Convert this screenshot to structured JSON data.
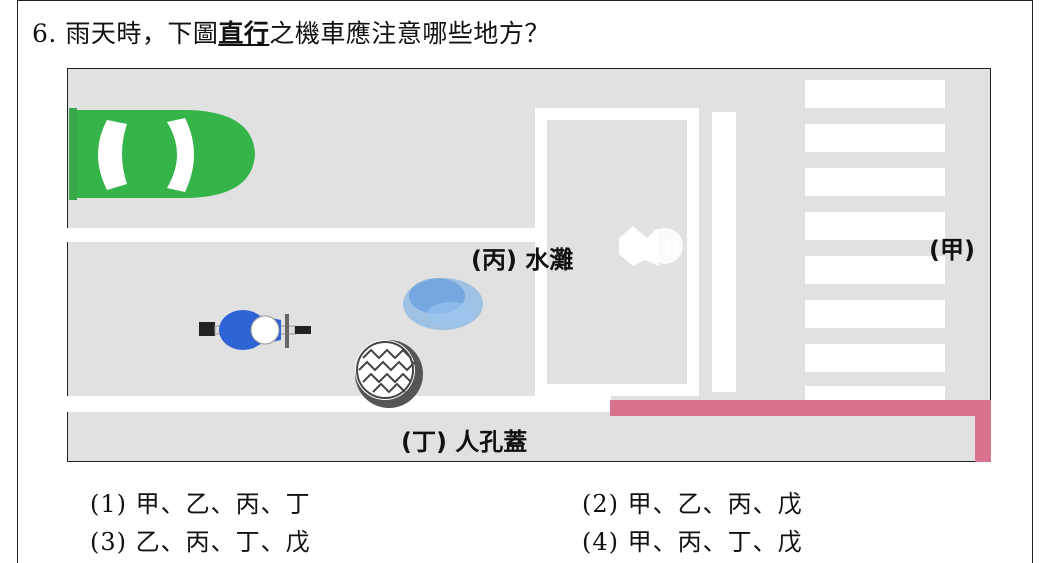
{
  "question": {
    "number": "6.",
    "text_before": "雨天時，下圖",
    "emphasis": "直行",
    "text_after": "之機車應注意哪些地方？"
  },
  "scene": {
    "labels": {
      "jia": "(甲)",
      "bing": "(丙) 水灘",
      "ding": "(丁) 人孔蓋"
    },
    "colors": {
      "road": "#e1e1e1",
      "marking": "#ffffff",
      "car": "#35b44a",
      "rider": "#2e63d6",
      "puddle": "#6aa8e8",
      "red_curb": "#d9728c"
    }
  },
  "options": [
    {
      "label": "(1) 甲、乙、丙、丁"
    },
    {
      "label": "(2) 甲、乙、丙、戊"
    },
    {
      "label": "(3) 乙、丙、丁、戊"
    },
    {
      "label": "(4) 甲、丙、丁、戊"
    }
  ]
}
